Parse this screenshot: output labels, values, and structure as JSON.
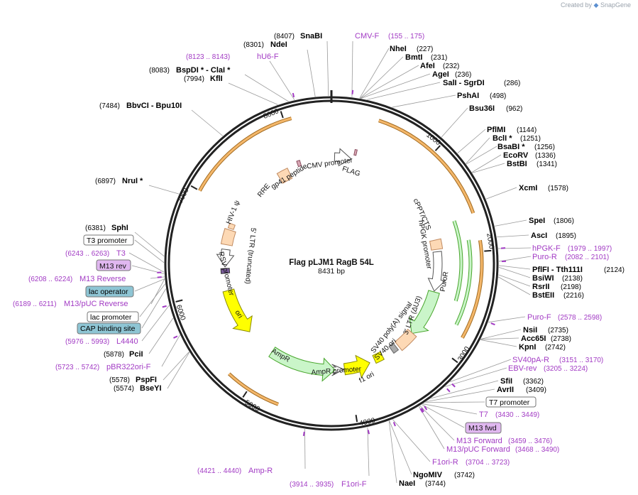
{
  "app": {
    "credit_prefix": "Created by",
    "credit_brand": "SnapGene"
  },
  "plasmid": {
    "name": "Flag pLJM1 RagB 54L",
    "size_label": "8431 bp",
    "length": 8431
  },
  "colors": {
    "backbone": "#222222",
    "enzyme": "#000000",
    "primer": "#a23bc4",
    "orf_fill": "#f4b76a",
    "orf_stroke": "#a06a20",
    "green_fill": "#caf5c9",
    "green_stroke": "#47a52b",
    "yellow_fill": "#ffff00",
    "yellow_stroke": "#8a8a00",
    "peach_fill": "#fdd9b5",
    "peach_stroke": "#c08a60",
    "blue_badge": "#8ec5d4",
    "purple_badge": "#e0b7f0"
  },
  "ruler": [
    "1000",
    "2000",
    "3000",
    "4000",
    "5000",
    "6000",
    "7000",
    "8000"
  ],
  "features": {
    "cmv_promoter": "CMV promoter",
    "flag": "FLAG",
    "gp41": "gp41 peptide",
    "rre": "RRE",
    "cppt": "cPPT/CTS",
    "hpgk": "hPGK promoter",
    "puror": "PuroR",
    "ltr3": "3' LTR (ΔU3)",
    "sv40polya": "SV40 poly(A) signal",
    "sv40ori": "SV40 ori",
    "f1ori": "f1 ori",
    "ampr_promoter": "AmpR promoter",
    "ampr": "AmpR",
    "ori": "ori",
    "rsv": "RSV promoter",
    "ltr5": "5' LTR (truncated)",
    "hiv": "HIV-1 ψ"
  },
  "labels": [
    {
      "pos": "(8407)",
      "name": "SnaBI"
    },
    {
      "pos": "(8301)",
      "name": "NdeI"
    },
    {
      "range": "(8123 .. 8143)",
      "name": "hU6-F"
    },
    {
      "pos": "(8083)",
      "name": "BspDI * - ClaI *"
    },
    {
      "pos": "(7994)",
      "name": "KflI"
    },
    {
      "pos": "(7484)",
      "name": "BbvCI - Bpu10I"
    },
    {
      "pos": "(6897)",
      "name": "NruI *"
    },
    {
      "pos": "(6381)",
      "name": "SphI"
    },
    {
      "name": "T3 promoter"
    },
    {
      "range": "(6243 .. 6263)",
      "name": "T3"
    },
    {
      "name": "M13 rev"
    },
    {
      "range": "(6208 .. 6224)",
      "name": "M13 Reverse"
    },
    {
      "name": "lac operator"
    },
    {
      "range": "(6189 .. 6211)",
      "name": "M13/pUC Reverse"
    },
    {
      "name": "lac promoter"
    },
    {
      "name": "CAP binding site"
    },
    {
      "range": "(5976 .. 5993)",
      "name": "L4440"
    },
    {
      "pos": "(5878)",
      "name": "PciI"
    },
    {
      "range": "(5723 .. 5742)",
      "name": "pBR322ori-F"
    },
    {
      "pos": "(5578)",
      "name": "PspFI"
    },
    {
      "pos": "(5574)",
      "name": "BseYI"
    },
    {
      "range": "(4421 .. 4440)",
      "name": "Amp-R"
    },
    {
      "range": "(3914 .. 3935)",
      "name": "F1ori-F"
    },
    {
      "name": "CMV-F",
      "range": "(155 .. 175)"
    },
    {
      "name": "NheI",
      "pos": "(227)"
    },
    {
      "name": "BmtI",
      "pos": "(231)"
    },
    {
      "name": "AfeI",
      "pos": "(232)"
    },
    {
      "name": "AgeI",
      "pos": "(236)"
    },
    {
      "name": "SalI - SgrDI",
      "pos": "(286)"
    },
    {
      "name": "PshAI",
      "pos": "(498)"
    },
    {
      "name": "Bsu36I",
      "pos": "(962)"
    },
    {
      "name": "PflMI",
      "pos": "(1144)"
    },
    {
      "name": "BclI *",
      "pos": "(1251)"
    },
    {
      "name": "BsaBI *",
      "pos": "(1256)"
    },
    {
      "name": "EcoRV",
      "pos": "(1336)"
    },
    {
      "name": "BstBI",
      "pos": "(1341)"
    },
    {
      "name": "XcmI",
      "pos": "(1578)"
    },
    {
      "name": "SpeI",
      "pos": "(1806)"
    },
    {
      "name": "AscI",
      "pos": "(1895)"
    },
    {
      "name": "hPGK-F",
      "range": "(1979 .. 1997)"
    },
    {
      "name": "Puro-R",
      "range": "(2082 .. 2101)"
    },
    {
      "name": "PflFI - Tth111I",
      "pos": "(2124)"
    },
    {
      "name": "BsiWI",
      "pos": "(2138)"
    },
    {
      "name": "RsrII",
      "pos": "(2198)"
    },
    {
      "name": "BstEII",
      "pos": "(2216)"
    },
    {
      "name": "Puro-F",
      "range": "(2578 .. 2598)"
    },
    {
      "name": "NsiI",
      "pos": "(2735)"
    },
    {
      "name": "Acc65I",
      "pos": "(2738)"
    },
    {
      "name": "KpnI",
      "pos": "(2742)"
    },
    {
      "name": "SV40pA-R",
      "range": "(3151 .. 3170)"
    },
    {
      "name": "EBV-rev",
      "range": "(3205 .. 3224)"
    },
    {
      "name": "SfiI",
      "pos": "(3362)"
    },
    {
      "name": "AvrII",
      "pos": "(3409)"
    },
    {
      "name": "T7 promoter"
    },
    {
      "name": "T7",
      "range": "(3430 .. 3449)"
    },
    {
      "name": "M13 fwd"
    },
    {
      "name": "M13 Forward",
      "range": "(3459 .. 3476)"
    },
    {
      "name": "M13/pUC Forward",
      "range": "(3468 .. 3490)"
    },
    {
      "name": "F1ori-R",
      "range": "(3704 .. 3723)"
    },
    {
      "name": "NgoMIV",
      "pos": "(3742)"
    },
    {
      "name": "NaeI",
      "pos": "(3744)"
    }
  ]
}
